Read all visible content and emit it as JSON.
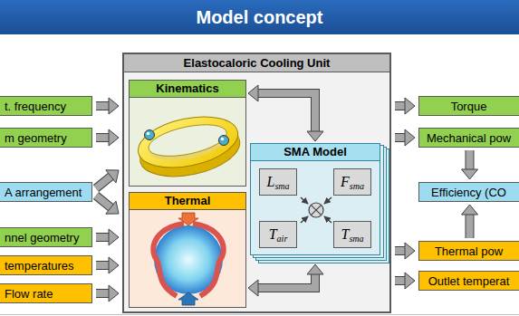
{
  "diagram": {
    "title": "Model concept",
    "nodes": [
      {
        "text": [
          "Elastocaloric Cooling Unit"
        ]
      },
      {
        "text": [
          "Kinematics"
        ],
        "in": 0
      },
      {
        "text": [
          "SMA Model"
        ],
        "in": 0
      },
      {
        "text": [
          "L",
          "sma"
        ],
        "in": 2
      },
      {
        "text": [
          "F",
          "sma"
        ],
        "in": 2
      },
      {
        "text": [
          "T",
          "air"
        ],
        "in": 2
      },
      {
        "text": [
          "T",
          "sma"
        ],
        "in": 2
      },
      {
        "text": [
          "Thermal"
        ],
        "in": 0
      },
      {
        "text": [
          "t. frequency"
        ]
      },
      {
        "text": [
          "m geometry"
        ]
      },
      {
        "text": [
          "A arrangement"
        ]
      },
      {
        "text": [
          "nnel geometry"
        ]
      },
      {
        "text": [
          "temperatures"
        ]
      },
      {
        "text": [
          "Flow rate"
        ]
      },
      {
        "text": [
          "Torque"
        ]
      },
      {
        "text": [
          "Mechanical pow"
        ]
      },
      {
        "text": [
          "Efficiency (CO"
        ]
      },
      {
        "text": [
          "Thermal pow"
        ]
      },
      {
        "text": [
          "Outlet temperat"
        ]
      }
    ],
    "edges": [
      {
        "from": 8,
        "to": 1,
        "arrow": "to"
      },
      {
        "from": 9,
        "to": 1,
        "arrow": "to"
      },
      {
        "from": 10,
        "to": 1,
        "arrow": "to"
      },
      {
        "from": 10,
        "to": 7,
        "arrow": "to"
      },
      {
        "from": 11,
        "to": 7,
        "arrow": "to"
      },
      {
        "from": 12,
        "to": 7,
        "arrow": "to"
      },
      {
        "from": 13,
        "to": 7,
        "arrow": "to"
      },
      {
        "from": 1,
        "to": 2,
        "arrow": "both"
      },
      {
        "from": 2,
        "to": 7,
        "arrow": "both"
      },
      {
        "from": 0,
        "to": 14,
        "arrow": "to"
      },
      {
        "from": 0,
        "to": 15,
        "arrow": "to"
      },
      {
        "from": 15,
        "to": 16,
        "arrow": "to"
      },
      {
        "from": 17,
        "to": 16,
        "arrow": "to"
      },
      {
        "from": 0,
        "to": 17,
        "arrow": "to"
      },
      {
        "from": 0,
        "to": 18,
        "arrow": "to"
      }
    ]
  }
}
